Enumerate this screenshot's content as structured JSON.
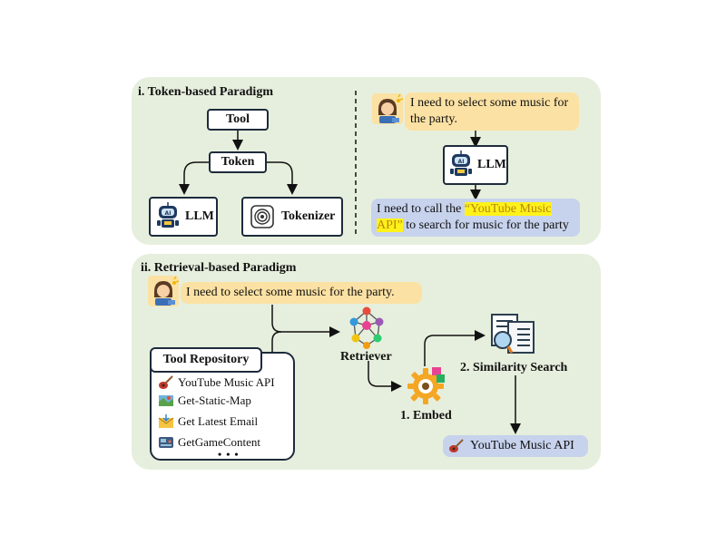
{
  "token_section": {
    "title": "i. Token-based Paradigm",
    "tool_label": "Tool",
    "token_label": "Token",
    "llm_label": "LLM",
    "tokenizer_label": "Tokenizer",
    "user_message": "I need to select some music for the party.",
    "llm_right_label": "LLM",
    "response_prefix": "I need to call the ",
    "response_highlight": "“YouTube Music API”",
    "response_suffix": " to search for music for the party"
  },
  "retrieval_section": {
    "title": "ii. Retrieval-based Paradigm",
    "user_message": "I need to select some music for the party.",
    "repository_title": "Tool Repository",
    "repository_items": [
      {
        "label": "YouTube Music API",
        "icon": "guitar-icon"
      },
      {
        "label": "Get-Static-Map",
        "icon": "map-icon"
      },
      {
        "label": "Get Latest Email",
        "icon": "email-icon"
      },
      {
        "label": "GetGameContent",
        "icon": "game-icon"
      }
    ],
    "repository_more": "• • •",
    "retriever_label": "Retriever",
    "embed_label": "1. Embed",
    "similarity_label": "2. Similarity Search",
    "result_label": "YouTube Music API"
  },
  "colors": {
    "panel_bg": "#e6efdd",
    "user_bubble": "#fbe1a3",
    "response_bubble": "#c7d2ec",
    "highlight": "#fff21a"
  }
}
